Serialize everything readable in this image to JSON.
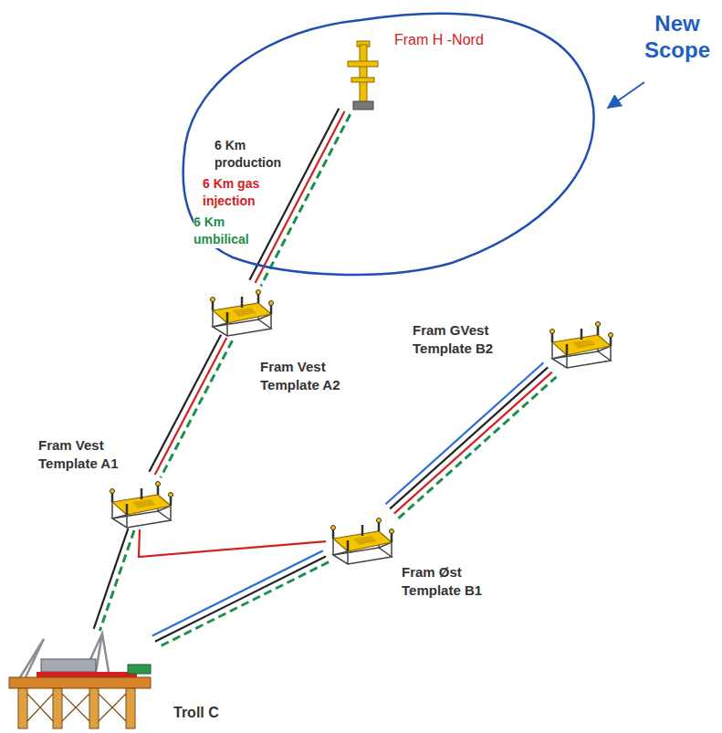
{
  "diagram": {
    "nodes": [
      {
        "text": [
          "New Scope"
        ]
      },
      {
        "text": [
          "Fram H -Nord"
        ],
        "in": 0
      },
      {
        "text": [
          "Fram Vest Template A2"
        ]
      },
      {
        "text": [
          "Fram Vest Template A1"
        ]
      },
      {
        "text": [
          "Fram GVest Template B2"
        ]
      },
      {
        "text": [
          "Fram Øst Template B1"
        ]
      },
      {
        "text": [
          "Troll C"
        ]
      }
    ],
    "edges": [
      {
        "from": 1,
        "to": 2,
        "arrow": "none"
      },
      {
        "from": 2,
        "to": 3,
        "arrow": "none"
      },
      {
        "from": 3,
        "to": 6,
        "arrow": "none"
      },
      {
        "from": 3,
        "to": 5,
        "arrow": "none"
      },
      {
        "from": 5,
        "to": 6,
        "arrow": "none"
      },
      {
        "from": 5,
        "to": 4,
        "arrow": "none"
      }
    ],
    "labels": [
      "6 Km production",
      "6 Km gas injection",
      "6 Km umbilical"
    ]
  }
}
